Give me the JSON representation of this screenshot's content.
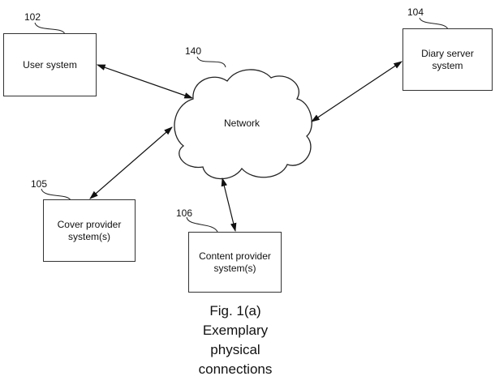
{
  "figure": {
    "caption": [
      "Fig. 1(a)",
      "Exemplary",
      "physical",
      "connections"
    ]
  },
  "nodes": {
    "user_system": {
      "ref": "102",
      "label": "User system"
    },
    "diary_server": {
      "ref": "104",
      "label_lines": [
        "Diary server",
        "system"
      ]
    },
    "network": {
      "ref": "140",
      "label": "Network"
    },
    "cover_provider": {
      "ref": "105",
      "label_lines": [
        "Cover provider",
        "system(s)"
      ]
    },
    "content_provider": {
      "ref": "106",
      "label_lines": [
        "Content provider",
        "system(s)"
      ]
    }
  },
  "connections": [
    {
      "from": "user_system",
      "to": "network",
      "bidirectional": true
    },
    {
      "from": "diary_server",
      "to": "network",
      "bidirectional": true
    },
    {
      "from": "cover_provider",
      "to": "network",
      "bidirectional": true
    },
    {
      "from": "content_provider",
      "to": "network",
      "bidirectional": true
    }
  ]
}
